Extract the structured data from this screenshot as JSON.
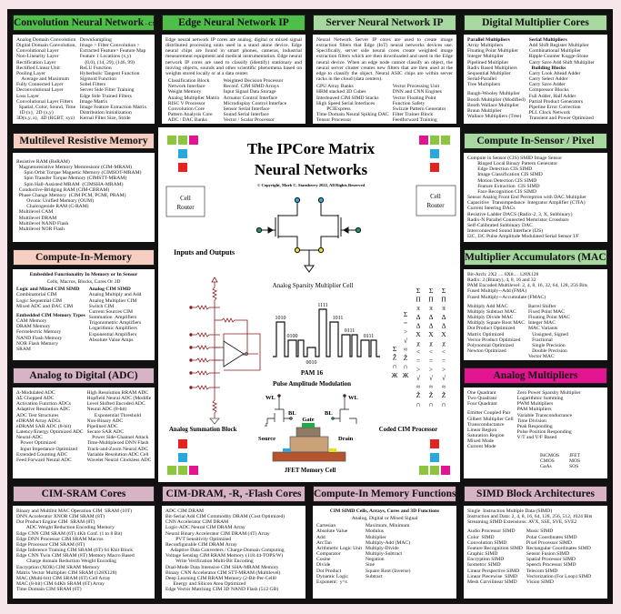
{
  "colors": {
    "green": "#4fbf4a",
    "light_green": "#a6d8a0",
    "peach": "#f6cfc2",
    "mauve": "#d7b3c6",
    "magenta": "#e2148f",
    "sq_green": "#8cc63f",
    "sq_pink": "#e2148f",
    "sq_blue": "#29a8e0",
    "sq_red": "#e52421"
  },
  "panels": [
    {
      "id": "cnn",
      "title": "Convolution Neural Network",
      "title_suffix": " - CNN",
      "color": "green",
      "cols": [
        [
          "Analog Domain Convolution",
          "Digital Domain Convolution,",
          "Convolutional Layer",
          "Non-Linearity Layer",
          "Rectification Layer",
          "Rectified Linear Unit",
          "Pooling Layer",
          "    Average and Maximum",
          "Fully Connected Layer",
          "Deconvolutional Layer",
          "Loss Layer",
          "Convolutional Layer Filters",
          "  Spatial, Color, Sound, Time",
          "  1D (x),  2D (x,y)",
          "3D(x,y, z),  4D (RGBT, xyz)"
        ],
        [
          "DownSampling",
          "Image > Filter Convolution >",
          "Extracted Feature> Feature Map",
          "Feature 1 Locations (x,y)",
          "    (0,0), (14, 29), (146, 99)",
          "ReLU Function",
          "Hyberbolic Tangent Function",
          "Sigmoid Function",
          "Sobel Filters",
          "Server Side Filter Training",
          "Edge Side Trained Filters",
          "Image Matrix",
          "Image Feature Extraction Matrix",
          "Distribution Initialization",
          "Kernal Filter Size, Stride"
        ]
      ]
    },
    {
      "id": "edge",
      "title": "Edge Neural Network IP",
      "color": "green",
      "intro": "Edge neural network IP cores are analog, digital or mixed signal distributed processing units used in a stand alone device. Edge neural chips are found in smart phones, cameras, industrial measurement equipment and medical instrumentation. Edge neural network IP cores are used to classify (identify) stationary and moving objects, sounds and other scientific phenomena based on weights stored locally or at a data center.",
      "cols": [
        [
          "  Classification Block",
          "  Network Interface",
          "  Weight Memory",
          "  Analog Multiplier Matrix",
          "  RISC V Processor",
          "  Convolution Core",
          "  Pattern Analysis Core",
          "  ADC / DAC Banks"
        ],
        [
          "Weighted Decision Processor",
          "Reconf. CIM SIMD Arrays",
          "Input Signal Data Storage",
          "Actuator Control Interface",
          "Microdisplay Control Interface",
          "Sensor Serial Interface",
          "Sound Serial Interface",
          "Vector / Scalar Processor"
        ]
      ]
    },
    {
      "id": "server",
      "title": "Server  Neural Network IP",
      "color": "light_green",
      "intro": "Neural Network Server IP cores are used to create image extraction filters that Edge (IoT) neural networks devices use. Specifically, server side neural cores create weighted image extraction filters which are then downloaded and used in the Edge neural device. When an edge node cannot classify an object, the neural server cluster creates new filters that are then used at the edge to classify the object. Neural ASIC chips are within server racks in the cloud (data centers).",
      "cols": [
        [
          "GPU Array Banks",
          "HBM stacked 3D Cubes",
          "Interleaved CIM SIMD Stacks",
          "High Speed Serial Interfaces",
          "        PCIExpress",
          "Time Domain Neural Spiking DAC",
          "Tensor Processor"
        ],
        [
          "Vector Processing Unit",
          "DNN and CNN Engines",
          "Vector Floating Point",
          "Function Safety",
          "Swizzle Pattern Generator",
          "Filter Trainer Block",
          "Feedforward Training"
        ]
      ]
    },
    {
      "id": "digital",
      "title": "Digital Multiplier Cores",
      "color": "light_green",
      "cols": [
        [
          "*Parallel Multipliers",
          "Array Multipliers",
          "Floating Point Multiplier",
          "Integer Multiplier",
          "Pipelined Multiplier",
          "Radix Based Multipliers",
          "Sequential Multiplier",
          "Serial-Parallel",
          "Tree Multipliers",
          "",
          "Baugh-Wooley Multiplier",
          "Booth Multiplier (Modified)",
          "Booth Wallace Multiplier",
          "Braun Multiplier",
          "Wallace Multipliers (Tree)"
        ],
        [
          "*Serial Multipliers",
          "Add Shift Register Multiplier",
          "Combinational Multiplier",
          "Ripple Counter Kogge-Stone",
          "Carry Save Add Shift Multiplier",
          "*  Building Blocks",
          "Carry Look Ahead Adder",
          "Carry Select Adder",
          "Carry Save Adder",
          "Compressor Blocks",
          "Full Adder, Half Adder",
          "Partial Product Generators",
          "Pipeline Error Correction",
          "PLL Clock Network",
          "Transient and Power Optimized"
        ]
      ]
    },
    {
      "id": "multilevel",
      "title": "Multilevel Resistive Memory",
      "color": "peach",
      "cols": [
        [
          "",
          "Resistive RAM (ReRAM)",
          "  Magnetoresistive Memory Memresistor (CIM-MRAM)",
          "      Spin Orbit Torque Magnetic Memory (CIMSOT-MRAM)",
          "      Spin Transfer Torque Memory (CIMSTT-MRAM)",
          "      Spin Hall-Assisted MRAM  (CIMSHA-MRAM)",
          "  Conductive-Bridging RAM (CIM-CBRAM)",
          "  Phase Change Memory  (CIM PCM, PCMI, PRAM)",
          "        Ovonic Unified Memory (OUM)",
          "        Chalcogenide RAM (C-RAM)",
          "  Multilevel CAM",
          "  Multilevel DRAM",
          "  Multilevel NAND Flash",
          "  Multilevel NOR Flash"
        ]
      ]
    },
    {
      "id": "cim",
      "title": "Compute-In-Memory",
      "color": "peach",
      "sub": "Embedded  Functionality In Memory or In Sensor",
      "sub2": "Cells, Macros, Blocks, Cores Or 3D",
      "cols": [
        [
          "*Logic and Mixed CIM SIMD",
          "Combinatorial CIM",
          "Logic Sequential CIM",
          "Mixed ADC and DAC CIM",
          "",
          "*Embedded CIM Memory Types",
          "CAM Memory",
          "DRAM Memory",
          "Ferroelectric Memory",
          "NAND Flash Memory",
          "NOR Flash Memory",
          "SRAM"
        ],
        [
          "*Analog CIM SIMD",
          "Analog Multiply and Add",
          "Analog Multiplier CIM",
          "Switch CIM",
          "Current Sources CIM",
          "Summation  Amplifiers",
          "Trigonometric Amplifiers",
          "Logarithmic Amplifiers",
          "Exponential Amplifiers",
          "Absolute Value Amps"
        ]
      ]
    },
    {
      "id": "adc",
      "title": "Analog to Digital (ADC)",
      "color": "mauve",
      "cols": [
        [
          "Δ-Modulated ADC",
          "ΔΣ Chopped ADC",
          "Activation Function ADCs",
          "Adaptive Resolution ADC",
          "ADC Test Structures",
          "eDRAM Array ADCs",
          "eDRAM SAR ADC (8-bit)",
          "Latency/Energy Optimized ADC",
          "Neural-ADC",
          "   Power Optimized",
          "   Input Impedance Optimized",
          "Extended Counting ADC",
          "Feed Forward Neural ADC"
        ],
        [
          "High Resolution RRAM ADC",
          "Hopfield Neural ADC (Modified)",
          "Level Shifted Encoded ADC",
          "Neural ADC (8-bit)",
          "      Exponential Threshold",
          "Non-Binary ADC",
          "Pipelined ADC",
          "Secure SAR ADC",
          "    Power Side-Channel Attack",
          "Time-Multiplexed DNN Flash",
          "Track-and-Zoom Neural ADC",
          "Variable Resolution ADC Cell",
          "Wavelet Neural Clockless ADC"
        ]
      ]
    },
    {
      "id": "sensor",
      "title": "Compute In-Sensor / Pixel",
      "color": "light_green",
      "cols": [
        [
          "Compute in Sensor (CIS) SMID Image Sensor",
          "        Ringed Local Binary Pattern Generator",
          "        Edge Detection CIS SIMD",
          "        Image Classification CIS SIMD",
          "        Motion Detection CIS SIMD",
          "        Feature Extraction  CIS SIMD",
          "        Face Recognition CIS SIMD",
          "Sensor Analog Front End Perceptron with DAC Multiplier",
          "Capacitive  Transimpedance  Integrator Amplifier (CTIA)",
          "Current Steering DACs",
          "Resistive Ladder DACS (Radix-2, 3, X, Subbinary)",
          "Radix-N Parallel Connected Memristor Crossbars",
          "Self-Calibrated Subbinary DAC",
          "Interconnected Sound Interface (I2S)",
          "I2C, I3C Pulse Amplitude Modulated Serial Sensor I/F"
        ]
      ]
    },
    {
      "id": "mac",
      "title": "Multiplier Accumulators (MAC)",
      "color": "light_green",
      "intro_lines": [
        "Bit-Arch: 2X2 .... 8X8.... 128X128",
        "Radix: 2 (Binary), 4, 8, 16 and 32",
        "PAM Encoded Multilevel: 2, 4, 8, 16, 32, 64, 128, 256 Bits",
        "Fused Multiply--Add (FMA)",
        "Fused Multiply--Accumulate (FMAC)"
      ],
      "cols": [
        [
          "Multiply Add MAC",
          "Multiply Subtract MAC",
          "Multiply Divide MAC",
          "Multiply Square Root MAC",
          "Dot Product Optimized",
          "Matrix Optimized",
          "Vector Product Optimized",
          "Polynomial Optimized",
          "Newton Optimized"
        ],
        [
          "Barrel Shifter",
          "Fixed Point MAC",
          "Floating Point MAC",
          "Integer MAC",
          "MAC Variants",
          "   Unsigned, Signed",
          "   Fractional",
          "   Single Precision",
          "   Double Precision",
          "Vector MAC"
        ]
      ]
    },
    {
      "id": "analogmult",
      "title": "Analog Multipliers",
      "color": "magenta",
      "cols": [
        [
          "One Quadrant",
          "Two Quadrant",
          "Four Quadrant",
          "",
          "Emitter Coupled Pair",
          "Gilbert Multiplier Cell",
          "Transconductance",
          "Linear Region",
          "Saturation Region",
          "Mixed Mode",
          "Current Mode"
        ],
        [
          "Zero Power Sparsity Multiplier",
          "Logarithmic Summing",
          "PWM Multipliers",
          "PAM Multipliers",
          "Variable Transconductance",
          "Time Division",
          "Peak Responding",
          "Pulse Position Responding",
          "V/T and V/F Based"
        ]
      ],
      "tech": [
        [
          "BiCMOS",
          "JFET"
        ],
        [
          "CMOS",
          "MOS"
        ],
        [
          "GaAs",
          "SOS"
        ]
      ]
    },
    {
      "id": "sram",
      "title": "CIM-SRAM Cores",
      "color": "mauve",
      "cols": [
        [
          "Binary and Multibit MAC Operation CIM  SRAM (10T)",
          "DNN Accelerator XNOR CIM SRAM (8T)",
          "Dot Product Engine CIM  SRAM (8T)",
          "        ADC Weight Reduction Encoding Memory",
          "Edge CNN CIM SRAM (6T) 4Kb Conf. (1 to 8 Bit)",
          "Edge DNN Processor CIM SRAM Macros",
          "Edge Processor CIM SRAM (8T)",
          "Edge Inference Training CIM SRAM (6T) 64 Kbit Block",
          "Edge CNN Twin CIM SRAM (8T) Memory Macro Based",
          "        Charge domain Reduction Weight Encoding",
          "Encryption (XOR) CIM SRAM Memory",
          "Matrix Vector Multiplier CIM SRAM (128X128)",
          "MAC (Multi-bit) CIM SRAM (6T) Cell Array",
          "MAC (8-bit) CIM 64Kb SRAM (6T) Array",
          "Time Domain CIM SRAM (6T)"
        ]
      ]
    },
    {
      "id": "dram",
      "title": "CIM-DRAM, -R, -Flash Cores",
      "color": "mauve",
      "cols": [
        [
          "ADC CIM DRAM",
          "Bit-Serial Add CIM Commodity DRAM (Cost Optimized)",
          "CNN Accelerator CIM DRAM",
          "Logic-ADC Neural CIM DRAM Array",
          "Neural Binary Accelerator CIM DRAM (4T) Array",
          "        PVT Sensitivity Optimized",
          "Reconfigurable CIM DRAM Array",
          "    Adaptive Data Converters / Charge-Domain Computing",
          "Voltage Sensing CIM RRAM Memory (118.44-TOPS/W)",
          "        Write Verification Multi-Bit Encoding",
          "Dual-Mode Data Intensive CIM SHA-MRAM Memory",
          "Binary CNN Accelerator CIM STT-MRAM (Multilevel)",
          "Deep Learning CIM RRAM Memory (2-Bit-Per-Cell0",
          "      Energy and Silicon Area Optimized",
          "Edge Vector Matching CIM 3D NAND Flash (512 GB)"
        ]
      ]
    },
    {
      "id": "cimfunc",
      "title": "Compute-In Memory Functions",
      "color": "mauve",
      "sub": "CIM SIMD Cells, Arrays, Cores and 3D Functions",
      "sub2": "Analog, Digital or Mixed Signal",
      "cols": [
        [
          "Cartesian",
          "Absolute Value",
          "Add",
          "ArcTan",
          "Arithmetic Logic Unit",
          "Comparator",
          "Cosine",
          "Divide",
          "Dot Product",
          "Dynamic Logic",
          "Exponent:  y^x"
        ],
        [
          "Maximum, Minimum",
          "Modulus",
          "Multiplier",
          "Multiply-Add (MAC)",
          "Multiply-Divide",
          "Multiply-Subtract",
          "Negation",
          "Sine",
          "Square Root (Inverse)",
          "Subtract"
        ]
      ]
    },
    {
      "id": "simd",
      "title": "SIMD Block Architectures",
      "color": "mauve",
      "intro_lines": [
        "Single  Instruction Multiple Data (SIMD)",
        "Instruction and Data: 2, 4, 8, 16, 64, 128, 256, 512, 1024 Bits",
        "Streaming SIMD Extensions: AVX, SSE, SVE, SVE2"
      ],
      "cols": [
        [
          "Audio Processor SIMD",
          "Color  SIMD",
          "Convolution SIMD",
          "Feature Recognition SIMD",
          "Graphic SIMD",
          "Encryption SIMD",
          "Isometric SIMD",
          "Linear Perspective SIMD",
          "Linear Piecewise  SIMD",
          "Mesh Curvilinear SIMD"
        ],
        [
          "Music SIMD",
          "Polar Coordinates SIMD",
          "Pixel Processor SIMD",
          "Rectangular Coordinates SIMD",
          "Sensor Fusion SIMD",
          "Spatial Processor SIMD",
          "Speech Processor SIMD",
          "Telecom SIMD",
          "Vectorization (For Loop) SIMD",
          "Vision SIMD"
        ]
      ]
    }
  ],
  "center": {
    "title_line1": "The IPCore Matrix",
    "title_line2": "Neural Networks",
    "copyright": "© Copyright, Mark C. Stansberry 2022, All Rights Reserved",
    "cell_router_left": [
      "Cell",
      "Router"
    ],
    "cell_router_right": [
      "Cell",
      "Router"
    ],
    "inputs_outputs": "Inputs and Outputs",
    "sparsity_cell": "Analog Sparsity Multiplier Cell",
    "summation_block": "Analog Summation Block",
    "pam_levels": [
      "1010",
      "0100",
      "0010",
      "1111",
      "1011",
      "0111",
      "0111"
    ],
    "pam_title": "PAM 16",
    "pam_subtitle": "Pulse Amplitude Modulation",
    "jfet": {
      "wl": "WL",
      "bl": "BL",
      "gate": "Gate",
      "source": "Source",
      "drain": "Drain",
      "label": "JFET Memory Cell"
    },
    "coded_cim": "Coded CIM Processor",
    "coded_symbols": [
      [
        "Σ",
        "Ž",
        "∩",
        "Ж"
      ],
      [
        "Σ",
        "=",
        ">",
        "√",
        "≈",
        "Ž",
        "∩",
        "Ж"
      ],
      [
        "Σ",
        "Π",
        "π",
        "Δ",
        "Δ",
        "X",
        "χ",
        "<",
        "=",
        ">",
        "√",
        "≈",
        "Ž",
        "∩"
      ],
      [
        "Σ",
        "Π",
        "π",
        "Δ",
        "Δ",
        "X",
        "χ",
        "<",
        "=",
        ">",
        "√",
        "≈",
        "Ž",
        "∩"
      ],
      [
        "Σ",
        "Π",
        "π",
        "Δ",
        "Δ",
        "X",
        "χ",
        "<",
        "=",
        ">",
        "√",
        "≈",
        "Ž",
        "∩"
      ]
    ]
  }
}
